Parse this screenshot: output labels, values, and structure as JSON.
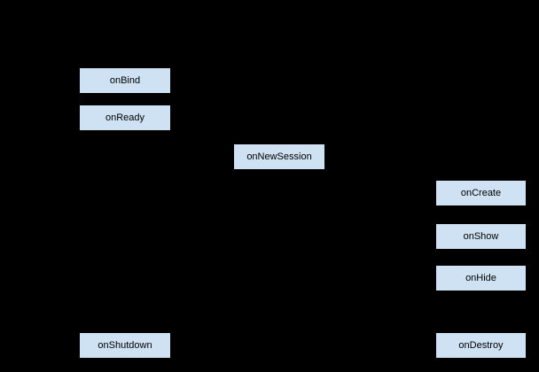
{
  "diagram": {
    "description": "Lifecycle callback diagram on black background",
    "colors": {
      "background": "#000000",
      "node_fill": "#cfe2f3",
      "node_border": "#000000",
      "node_text": "#000000"
    },
    "nodes": [
      {
        "label": "onBind"
      },
      {
        "label": "onReady"
      },
      {
        "label": "onNewSession"
      },
      {
        "label": "onCreate"
      },
      {
        "label": "onShow"
      },
      {
        "label": "onHide"
      },
      {
        "label": "onShutdown"
      },
      {
        "label": "onDestroy"
      }
    ]
  }
}
